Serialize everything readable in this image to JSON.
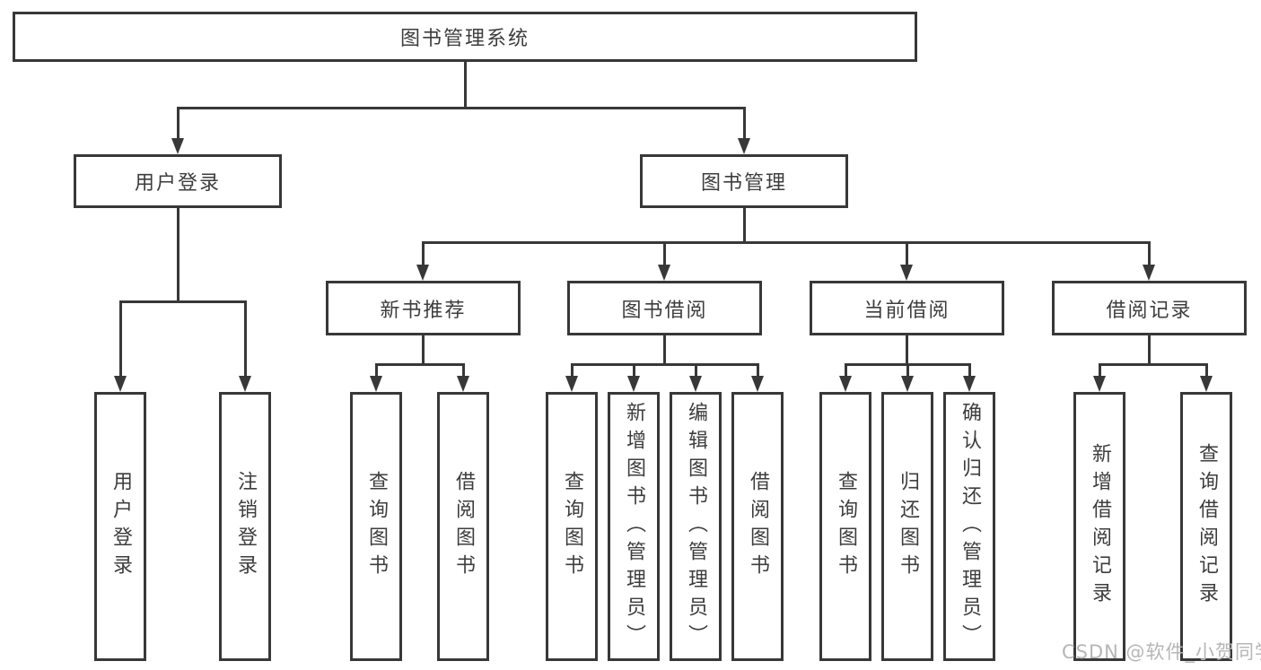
{
  "diagram": {
    "root": {
      "label": "图书管理系统"
    },
    "level2": [
      {
        "label": "用户登录"
      },
      {
        "label": "图书管理"
      }
    ],
    "level3": [
      {
        "label": "新书推荐"
      },
      {
        "label": "图书借阅"
      },
      {
        "label": "当前借阅"
      },
      {
        "label": "借阅记录"
      }
    ],
    "leaves": {
      "user_login": [
        {
          "label": "用户登录"
        },
        {
          "label": "注销登录"
        }
      ],
      "new_books": [
        {
          "label": "查询图书"
        },
        {
          "label": "借阅图书"
        }
      ],
      "book_borrow": [
        {
          "label": "查询图书"
        },
        {
          "label": "新增图书（管理员）"
        },
        {
          "label": "编辑图书（管理员）"
        },
        {
          "label": "借阅图书"
        }
      ],
      "current_borrow": [
        {
          "label": "查询图书"
        },
        {
          "label": "归还图书"
        },
        {
          "label": "确认归还（管理员）"
        }
      ],
      "borrow_records": [
        {
          "label": "新增借阅记录"
        },
        {
          "label": "查询借阅记录"
        }
      ]
    }
  },
  "watermark": {
    "text": "CSDN @软件_小贺同学"
  },
  "colors": {
    "line": "#383838",
    "text": "#3d3d3d",
    "watermark": "#b6b6b6",
    "background": "#ffffff"
  }
}
